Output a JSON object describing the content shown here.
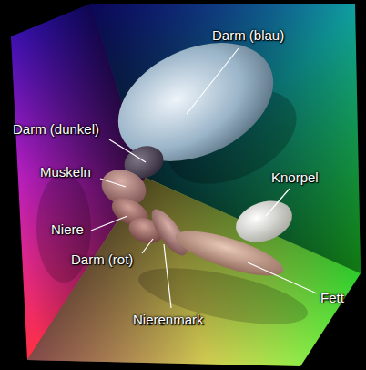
{
  "diagram": {
    "labels": [
      "Darm (blau)",
      "Darm (dunkel)",
      "Muskeln",
      "Knorpel",
      "Niere",
      "Darm (rot)",
      "Nierenmark",
      "Fett"
    ]
  }
}
